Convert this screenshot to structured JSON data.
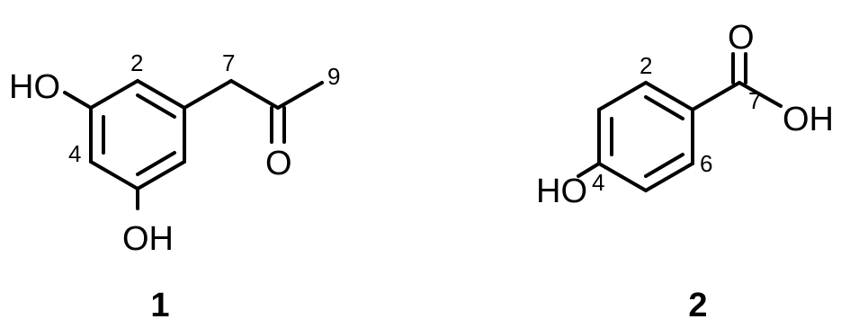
{
  "compound_1": {
    "id": "1",
    "substituents": {
      "oh_top": "HO",
      "oh_bottom": "OH",
      "carbonyl_o": "O"
    },
    "locants": {
      "c2": "2",
      "c4": "4",
      "c7": "7",
      "c9": "9"
    }
  },
  "compound_2": {
    "id": "2",
    "substituents": {
      "oh_left": "HO",
      "carbonyl_o": "O",
      "acid_oh": "OH"
    },
    "locants": {
      "c2": "2",
      "c4": "4",
      "c6": "6",
      "c7": "7"
    }
  }
}
